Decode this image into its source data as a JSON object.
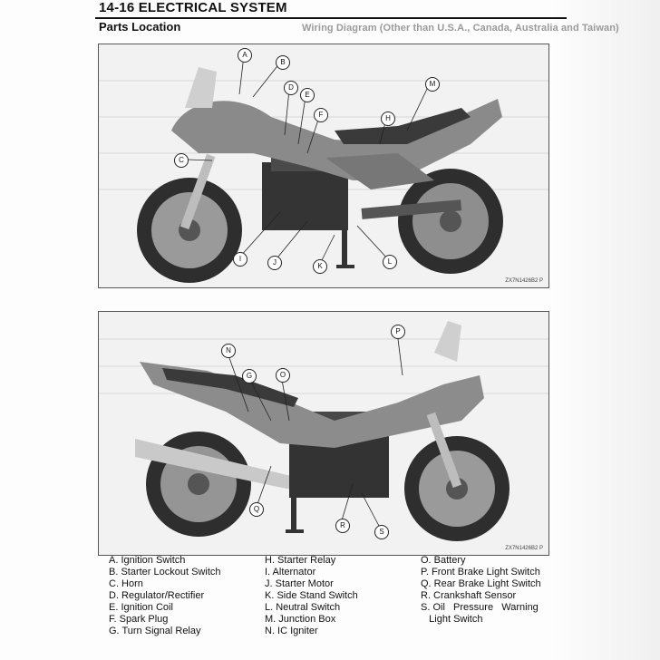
{
  "header": {
    "section_title": "14-16 ELECTRICAL SYSTEM",
    "subsection": "Parts Location",
    "ghost_text": "Wiring Diagram (Other than U.S.A., Canada, Australia and Taiwan)"
  },
  "figures": {
    "top": {
      "id": "ZX7N1426B2   P",
      "callouts": [
        "A",
        "B",
        "C",
        "D",
        "E",
        "F",
        "H",
        "M",
        "I",
        "J",
        "K",
        "L"
      ]
    },
    "bottom": {
      "id": "ZX7N1426B2   P",
      "callouts": [
        "P",
        "N",
        "G",
        "O",
        "Q",
        "R",
        "S"
      ]
    }
  },
  "legend": {
    "col1": [
      "A. Ignition Switch",
      "B. Starter Lockout Switch",
      "C. Horn",
      "D. Regulator/Rectifier",
      "E. Ignition Coil",
      "F. Spark Plug",
      "G. Turn Signal Relay"
    ],
    "col2": [
      "H. Starter Relay",
      "I. Alternator",
      "J. Starter Motor",
      "K. Side Stand Switch",
      "L. Neutral Switch",
      "M. Junction Box",
      "N. IC Igniter"
    ],
    "col3": [
      "O. Battery",
      "P. Front Brake Light Switch",
      "Q. Rear Brake Light Switch",
      "R. Crankshaft Sensor",
      "S. Oil   Pressure   Warning",
      "   Light Switch"
    ]
  },
  "colors": {
    "ink": "#111111",
    "panel": "#f6f6f6",
    "photo_dark": "#2b2b2b",
    "photo_mid": "#8a8a8a"
  }
}
